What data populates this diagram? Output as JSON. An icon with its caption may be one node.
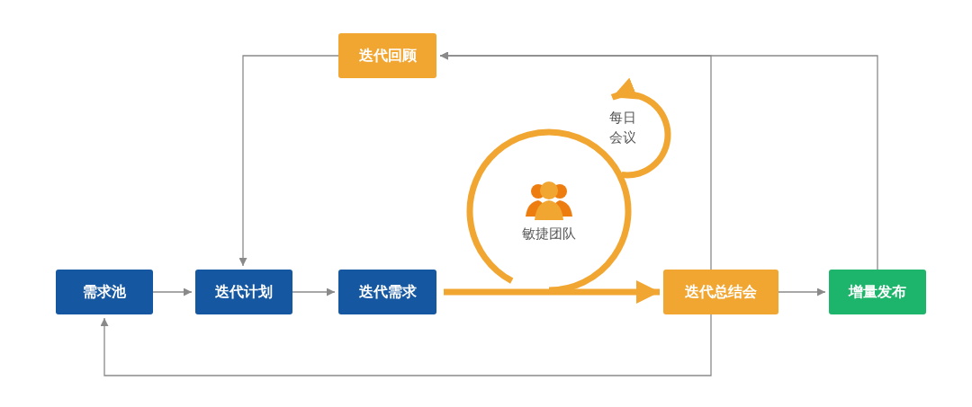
{
  "diagram": {
    "nodes": [
      {
        "text": [
          "需求池"
        ]
      },
      {
        "text": [
          "迭代计划"
        ]
      },
      {
        "text": [
          "迭代需求"
        ]
      },
      {
        "text": [
          "迭代总结会"
        ]
      },
      {
        "text": [
          "增量发布"
        ]
      },
      {
        "text": [
          "迭代回顾"
        ]
      },
      {
        "text": [
          "敏捷团队"
        ]
      }
    ],
    "edges": [
      {
        "from": 0,
        "to": 1,
        "arrow": "to"
      },
      {
        "from": 1,
        "to": 2,
        "arrow": "to"
      },
      {
        "from": 2,
        "to": 3,
        "arrow": "to",
        "style": "thick",
        "color": "#f2a632"
      },
      {
        "from": 3,
        "to": 4,
        "arrow": "to"
      },
      {
        "from": 4,
        "to": 5,
        "arrow": "to"
      },
      {
        "from": 3,
        "to": 5,
        "arrow": "to"
      },
      {
        "from": 5,
        "to": 1,
        "arrow": "to"
      },
      {
        "from": 3,
        "to": 0,
        "arrow": "to"
      }
    ],
    "labels": [
      "每日会议"
    ]
  }
}
